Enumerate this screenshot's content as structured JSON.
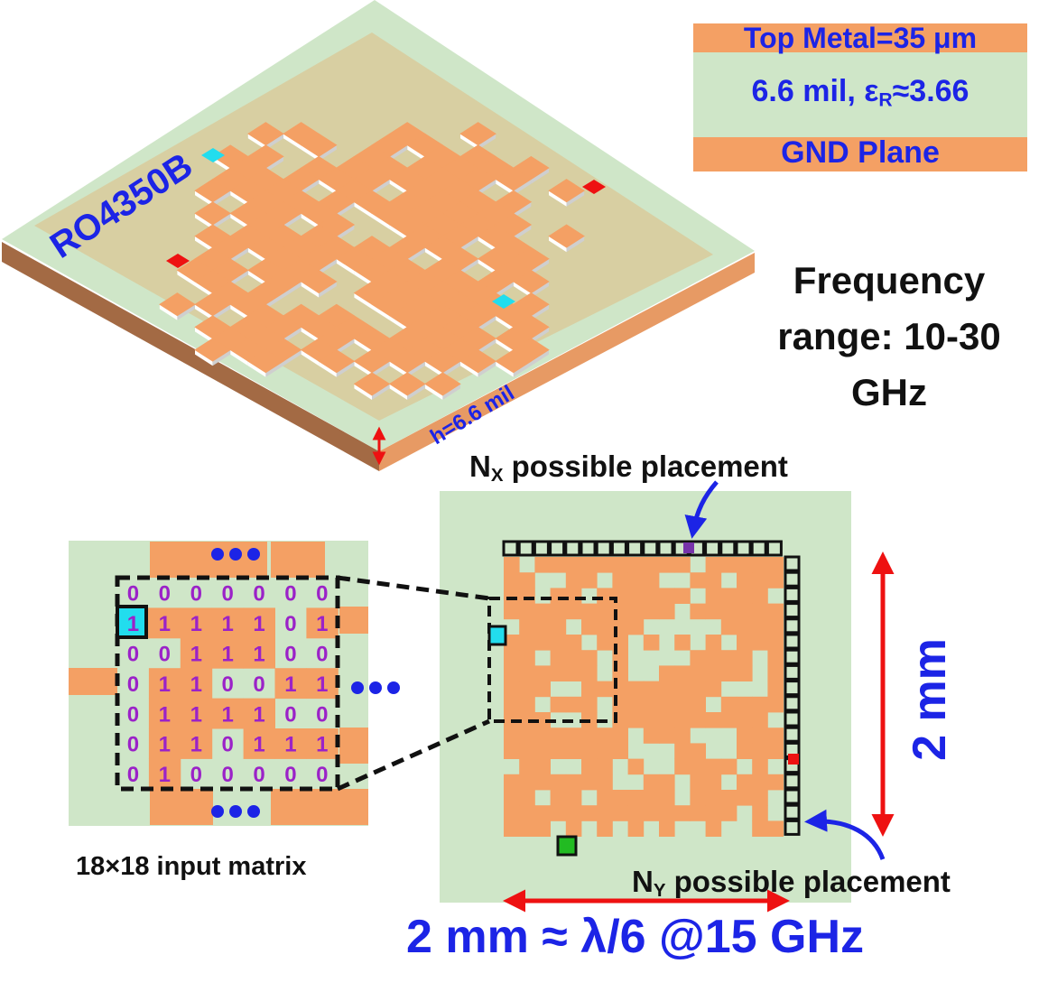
{
  "labels": {
    "substrate_name": "RO4350B",
    "height": "h=6.6 mil",
    "top_metal": "Top Metal=35 μm",
    "dielectric_main": "6.6 mil, ε",
    "dielectric_sub": "R",
    "dielectric_tail": "≈3.66",
    "gnd": "GND Plane",
    "frequency": "Frequency range: 10-30 GHz",
    "nx_sym": "N",
    "nx_sub": "X",
    "nx_text": " possible placement",
    "ny_sym": "N",
    "ny_sub": "Y",
    "ny_text": " possible placement",
    "matrix_caption": "18×18 input matrix",
    "span_horizontal": "2 mm ≈ λ/6 @15 GHz",
    "span_vertical": "2 mm"
  },
  "matrix": [
    [
      "0",
      "0",
      "0",
      "0",
      "0",
      "0",
      "0"
    ],
    [
      "1",
      "1",
      "1",
      "1",
      "1",
      "0",
      "1"
    ],
    [
      "0",
      "0",
      "1",
      "1",
      "1",
      "0",
      "0"
    ],
    [
      "0",
      "1",
      "1",
      "0",
      "0",
      "1",
      "1"
    ],
    [
      "0",
      "1",
      "1",
      "1",
      "1",
      "0",
      "0"
    ],
    [
      "0",
      "1",
      "1",
      "0",
      "1",
      "1",
      "1"
    ],
    [
      "0",
      "1",
      "0",
      "0",
      "0",
      "0",
      "0"
    ]
  ],
  "colors": {
    "metal": "#f4a064",
    "substrate": "#cfe6c8",
    "substrate_top": "#d8cfa2",
    "label_blue": "#1c24e6",
    "digit_purple": "#9b22c8",
    "arrow_red": "#ee1111",
    "port_cyan": "#22ddee",
    "port_red": "#ee1111",
    "port_green": "#22bb22",
    "port_purple": "#7733aa"
  }
}
